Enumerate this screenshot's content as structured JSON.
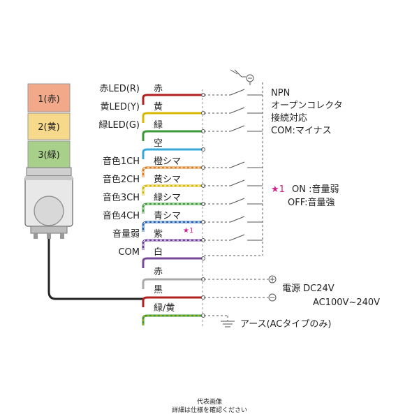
{
  "tower": {
    "tiers": [
      {
        "label": "1(赤)",
        "color": "#f2a98a"
      },
      {
        "label": "2(黄)",
        "color": "#f7d98b"
      },
      {
        "label": "3(緑)",
        "color": "#a9d08a"
      }
    ]
  },
  "signal_labels": [
    "赤LED(R)",
    "黄LED(Y)",
    "緑LED(G)",
    "",
    "音色1CH",
    "音色2CH",
    "音色3CH",
    "音色4CH",
    "音量弱",
    "COM"
  ],
  "wires": [
    {
      "label": "赤",
      "color": "#b32020",
      "stripe": ""
    },
    {
      "label": "黄",
      "color": "#d8b800",
      "stripe": ""
    },
    {
      "label": "緑",
      "color": "#3a9a3a",
      "stripe": ""
    },
    {
      "label": "空",
      "color": "#38a8d8",
      "stripe": ""
    },
    {
      "label": "橙シマ",
      "color": "#e07a1a",
      "stripe": "#ffffff"
    },
    {
      "label": "黄シマ",
      "color": "#d8b800",
      "stripe": "#ffffff"
    },
    {
      "label": "緑シマ",
      "color": "#3a9a3a",
      "stripe": "#ffffff"
    },
    {
      "label": "青シマ",
      "color": "#2060b0",
      "stripe": "#ffffff"
    },
    {
      "label": "紫",
      "color": "#6a3a9a",
      "stripe": "#ffffff"
    },
    {
      "label": "白",
      "color": "#7a4a9a",
      "stripe": ""
    }
  ],
  "power_wires": [
    {
      "label": "赤",
      "color": "#aaaaaa",
      "stripe": ""
    },
    {
      "label": "黒",
      "color": "#b32020",
      "stripe": ""
    },
    {
      "label": "緑/黄",
      "color": "#3a9a3a",
      "stripe": "#d8b800"
    }
  ],
  "star_mark": "★1",
  "npn_note": [
    "NPN",
    "オープンコレクタ",
    "接続対応",
    "COM:マイナス"
  ],
  "volume_note": {
    "star": "★1",
    "on": "ON :音量弱",
    "off": "OFF:音量強"
  },
  "power": {
    "title": "電源 DC24V",
    "ac": "AC100V~240V",
    "plus": "⊕",
    "minus": "⊖"
  },
  "earth": "アース(ACタイプのみ)",
  "caption": [
    "代表画像",
    "詳細は仕様を確認ください"
  ],
  "colors": {
    "star": "#d0208a",
    "cable": "#222222"
  }
}
